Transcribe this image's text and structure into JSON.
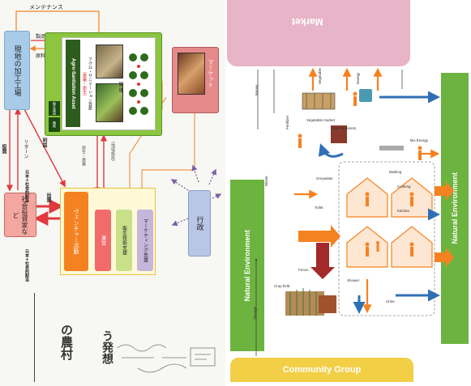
{
  "left": {
    "maintenance": "メンテナンス",
    "factory": "現地の加工工場",
    "product": "製品",
    "raw": "原料",
    "agro_title": "Agro-Sanitation Asset",
    "agro_sub1": "アグロ・サニテーション資産",
    "agro_sub2": "(農業・衛生)",
    "sanitation_label": "尿 堆",
    "green_tag1": "衛生施設",
    "green_tag2": "農地",
    "market": "マーケット",
    "center_dots": "(地域施設)",
    "side_note": "衛生・農業",
    "invest": "投資",
    "return": "リターン",
    "social_investors": "社会投資家など",
    "sponsor": "出資",
    "returns_note": "元本＋社会的配当",
    "returns_note2": "元本＋社会的配当",
    "vc_title": "ヴェンチャー活動",
    "col1": "運営",
    "col2": "衛生技術支援",
    "col3": "マーケティング支援",
    "government": "行政",
    "profit_note": "利益",
    "handwritten1": "の農村",
    "handwritten2": "う発想"
  },
  "right": {
    "market": "Market",
    "natural_env_left": "Natural Environment",
    "natural_env_right": "Natural Environment",
    "community": "Community Group",
    "labels": [
      "Money",
      "Rotten plant",
      "Fertilizer",
      "Energy",
      "Waste",
      "Greywater",
      "Cattle Nutrients",
      "Feces",
      "Urine",
      "Crop field",
      "Toilet",
      "Kitchen",
      "Shower",
      "Bathing",
      "Bio Energy",
      "Cooking",
      "Vegetable",
      "Vegetable market",
      "Sewage"
    ]
  },
  "colors": {
    "pink_market": "#e7b5c7",
    "green_env": "#6db33f",
    "yellow_comm": "#f2cf47",
    "orange": "#f58220",
    "red": "#e0393e",
    "blue_box": "#a8cbe8",
    "lavender": "#c5b6dc"
  }
}
